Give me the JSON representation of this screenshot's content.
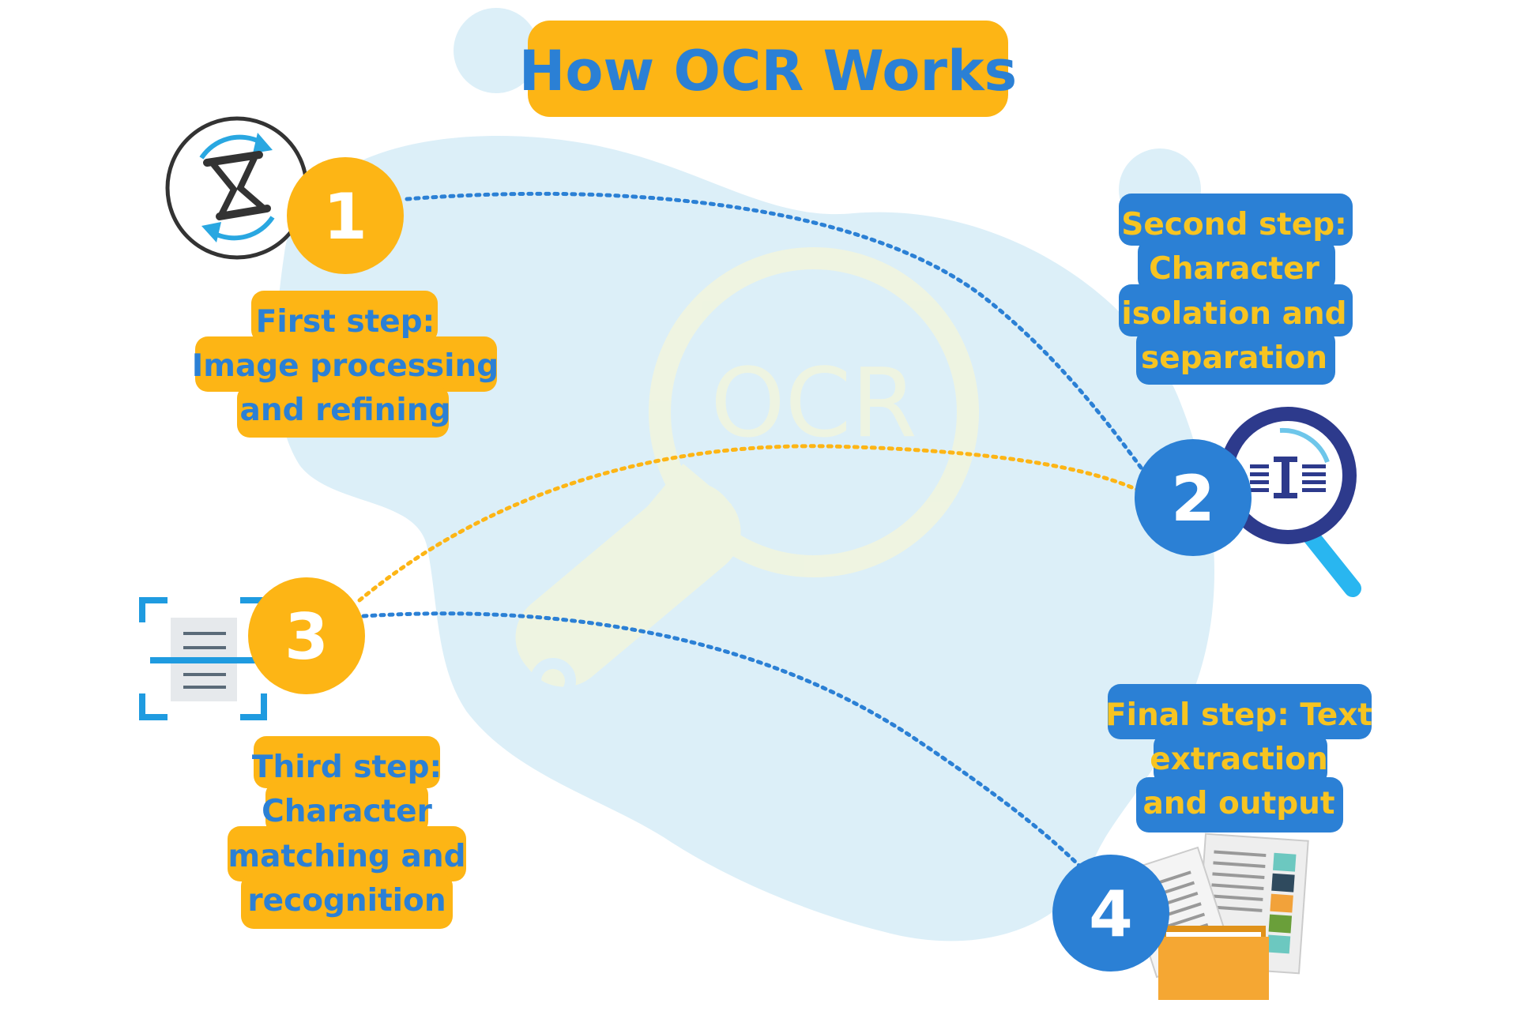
{
  "title": "How OCR Works",
  "watermark": "OCR",
  "colors": {
    "orange": "#FDB515",
    "blue": "#2B80D5",
    "yellow_text": "#F7C421",
    "blob": "#DCEFF8",
    "dark_navy": "#2D3A8C"
  },
  "steps": [
    {
      "number": "1",
      "lines": [
        "First step:",
        "Image processing",
        "and refining"
      ],
      "icon": "hourglass-refresh-icon"
    },
    {
      "number": "2",
      "lines": [
        "Second step:",
        "Character",
        "isolation and",
        "separation"
      ],
      "icon": "magnifier-text-icon"
    },
    {
      "number": "3",
      "lines": [
        "Third step:",
        "Character",
        "matching and",
        "recognition"
      ],
      "icon": "document-scan-icon"
    },
    {
      "number": "4",
      "lines": [
        "Final step: Text",
        "extraction",
        "and output"
      ],
      "icon": "documents-folder-icon"
    }
  ]
}
